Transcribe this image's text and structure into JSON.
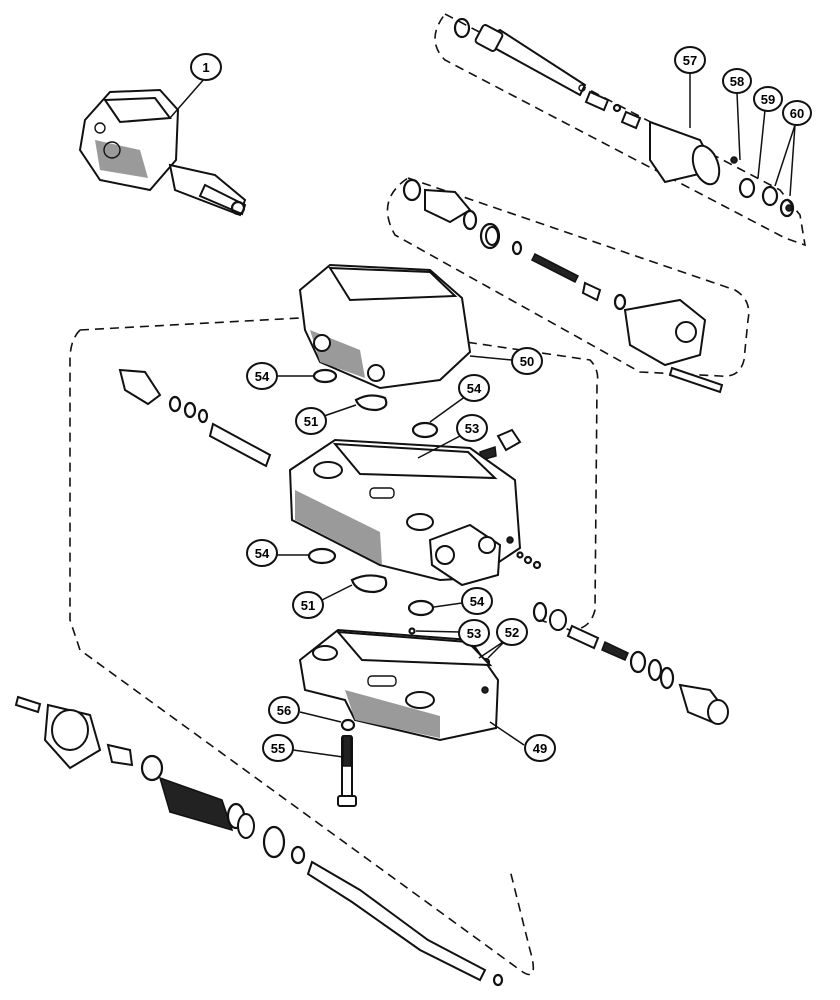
{
  "diagram": {
    "callouts": [
      {
        "id": "callout-1",
        "label": "1"
      },
      {
        "id": "callout-57",
        "label": "57"
      },
      {
        "id": "callout-58",
        "label": "58"
      },
      {
        "id": "callout-59",
        "label": "59"
      },
      {
        "id": "callout-60",
        "label": "60"
      },
      {
        "id": "callout-50",
        "label": "50"
      },
      {
        "id": "callout-54-a",
        "label": "54"
      },
      {
        "id": "callout-54-b",
        "label": "54"
      },
      {
        "id": "callout-51-a",
        "label": "51"
      },
      {
        "id": "callout-53-a",
        "label": "53"
      },
      {
        "id": "callout-54-c",
        "label": "54"
      },
      {
        "id": "callout-51-b",
        "label": "51"
      },
      {
        "id": "callout-54-d",
        "label": "54"
      },
      {
        "id": "callout-53-b",
        "label": "53"
      },
      {
        "id": "callout-52",
        "label": "52"
      },
      {
        "id": "callout-56",
        "label": "56"
      },
      {
        "id": "callout-55",
        "label": "55"
      },
      {
        "id": "callout-49",
        "label": "49"
      }
    ]
  },
  "colors": {
    "ink": "#111111",
    "shade": "#9a9a9a",
    "background": "#ffffff"
  }
}
